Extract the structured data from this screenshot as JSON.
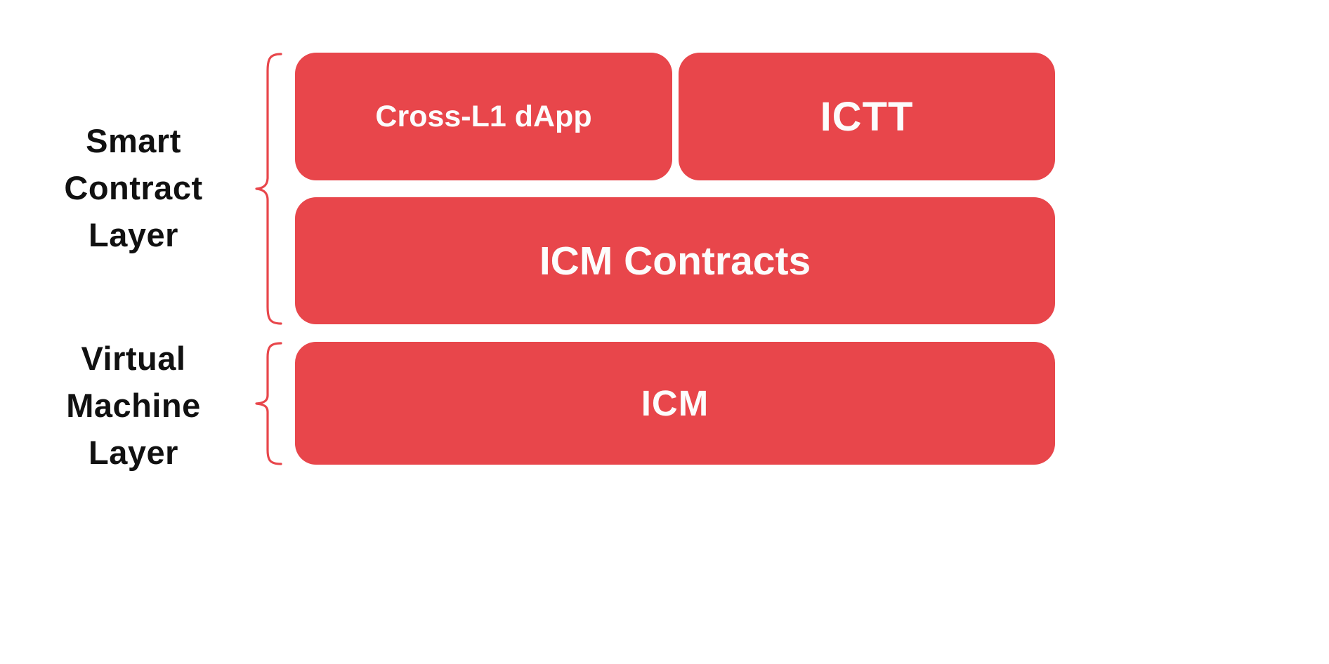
{
  "colors": {
    "background": "#FFFFFF",
    "box_fill": "#E8464B",
    "box_text": "#FCFCFC",
    "label_text": "#111111",
    "brace_stroke": "#E8464B"
  },
  "layers": [
    {
      "name": "Smart Contract Layer",
      "label_lines": [
        "Smart",
        "Contract",
        "Layer"
      ],
      "boxes": [
        "Cross-L1 dApp",
        "ICTT",
        "ICM Contracts"
      ]
    },
    {
      "name": "Virtual Machine Layer",
      "label_lines": [
        "Virtual",
        "Machine",
        "Layer"
      ],
      "boxes": [
        "ICM"
      ]
    }
  ]
}
